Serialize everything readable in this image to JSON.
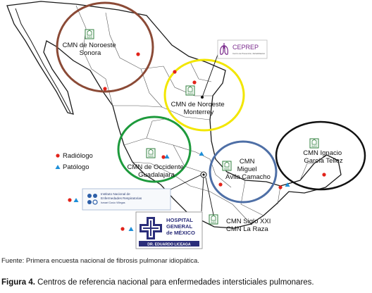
{
  "legend": {
    "radiologist": "Radiólogo",
    "pathologist": "Patólogo"
  },
  "centers": [
    {
      "id": "sonora",
      "lines": [
        "CMN de Noroeste",
        "Sonora"
      ]
    },
    {
      "id": "monterrey",
      "lines": [
        "CMN de Noroeste",
        "Monterrey"
      ]
    },
    {
      "id": "guadalajara",
      "lines": [
        "CMN de Occidente",
        "Guadalajara"
      ]
    },
    {
      "id": "puebla",
      "lines": [
        "CMN",
        "Miguel",
        "Ávila Camacho"
      ]
    },
    {
      "id": "veracruz",
      "lines": [
        "CMN Ignacio",
        "García Tellez"
      ]
    },
    {
      "id": "cdmx",
      "lines": [
        "CMN Siglo XXI",
        "CMN La Raza"
      ]
    }
  ],
  "logos": {
    "imss": "IMSS",
    "ceprep": "CEPREP",
    "ceprep_sub": "Centro de Prevención, Rehabilitación",
    "iner_lines": [
      "Instituto Nacional de",
      "Enfermedades Respiratorias",
      "Ismael Cosío Villegas"
    ],
    "hgm_lines": [
      "HOSPITAL",
      "GENERAL",
      "de MÉXICO"
    ],
    "hgm_sub": "DR. EDUARDO LICEAGA"
  },
  "colors": {
    "sonora_circle": "#8b4a36",
    "monterrey_circle": "#f2e600",
    "guadalajara_circle": "#1d9a3c",
    "puebla_circle": "#4e6fa6",
    "veracruz_circle": "#111111",
    "radiologist": "#e2231a",
    "pathologist": "#1e8fd8",
    "hgm_navy": "#2b2e7a"
  },
  "source": "Fuente: Primera encuesta nacional de fibrosis pulmonar idiopática.",
  "caption": {
    "label": "Figura 4.",
    "text": " Centros de referencia nacional para enfermedades intersticiales pulmonares."
  }
}
